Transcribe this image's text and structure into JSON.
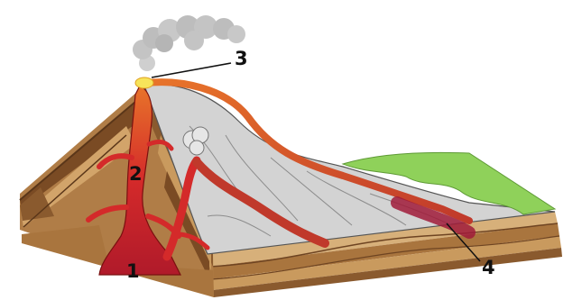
{
  "labels": {
    "vent_chamber": "1",
    "conduit": "2",
    "crater": "3",
    "lava_flow": "4"
  },
  "colors": {
    "background": "#ffffff",
    "strata_brown": "#8a5a2e",
    "strata_light": "#c99a5e",
    "magma_red": "#d42a2a",
    "lava_orange": "#e8742a",
    "crater_glow": "#f7e45a",
    "slope_grey": "#d3d3d3",
    "grass_green": "#8fd15a",
    "smoke_grey": "#bdbdbd"
  }
}
